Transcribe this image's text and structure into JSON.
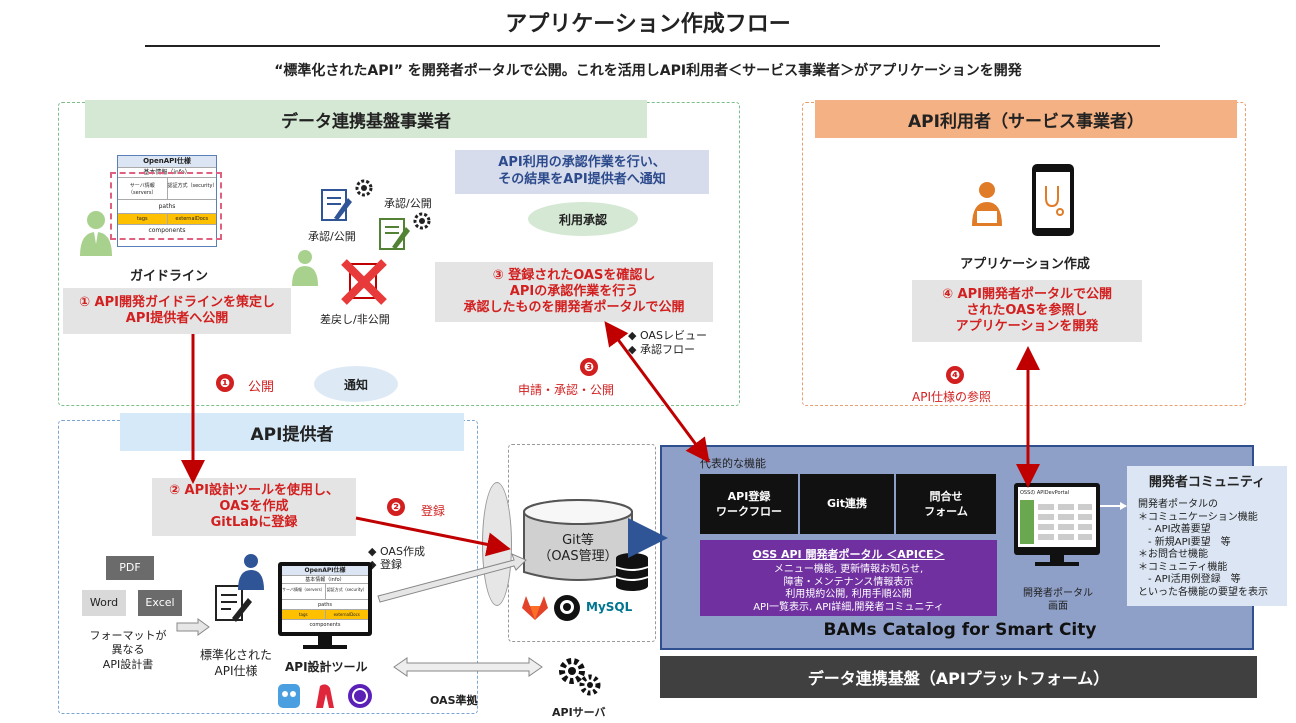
{
  "title": "アプリケーション作成フロー",
  "subtitle": "“標準化されたAPI” を開発者ポータルで公開。これを活用しAPI利用者＜サービス事業者＞がアプリケーションを開発",
  "platform_operator": {
    "label": "データ連携基盤事業者",
    "guideline_label": "ガイドライン",
    "doc": {
      "header": "OpenAPI仕様",
      "row1": "基本情報（info）",
      "row2a": "サーバ情報（servers）",
      "row2b": "認証方式（security）",
      "row3": "paths",
      "row4a": "tags",
      "row4b": "externalDocs",
      "row5": "components"
    },
    "step1": "① API開発ガイドラインを策定し\nAPI提供者へ公開",
    "approve_label_1": "承認/公開",
    "approve_label_2": "承認/公開",
    "reject_label": "差戻し/非公開",
    "approval_note": "API利用の承認作業を行い、\nその結果をAPI提供者へ通知",
    "approval_badge": "利用承認",
    "step3": "③ 登録されたOASを確認し\nAPIの承認作業を行う\n承認したものを開発者ポータルで公開",
    "bullet1": "OASレビュー",
    "bullet2": "承認フロー"
  },
  "flow_labels": {
    "publish_num": "❶",
    "publish": "公開",
    "notify": "通知",
    "step3_num": "❸",
    "step3": "申請・承認・公開",
    "step2_num": "❷",
    "register": "登録",
    "step4_num": "❹",
    "step4": "API仕様の参照"
  },
  "api_user": {
    "label": "API利用者（サービス事業者）",
    "app_label": "アプリケーション作成",
    "step4": "④ API開発者ポータルで公開\nされたOASを参照し\nアプリケーションを開発"
  },
  "api_provider": {
    "label": "API提供者",
    "step2": "② API設計ツールを使用し、\nOASを作成\nGitLabに登録",
    "bullet1": "OAS作成",
    "bullet2": "登録",
    "pdf": "PDF",
    "word": "Word",
    "excel": "Excel",
    "format_label": "フォーマットが\n異なる\nAPI設計書",
    "standard_label": "標準化された\nAPI仕様",
    "tool_label": "API設計ツール",
    "oas_compliance": "OAS準拠"
  },
  "git": {
    "label": "Git等\n（OAS管理）",
    "mysql": "MySQL"
  },
  "api_server": "APIサーバ",
  "catalog": {
    "features_label": "代表的な機能",
    "feature1": "API登録\nワークフロー",
    "feature2": "Git連携",
    "feature3": "問合せ\nフォーム",
    "apice_title": "OSS API 開発者ポータル ＜APICE＞",
    "apice_lines": [
      "メニュー機能, 更新情報お知らせ,",
      "障害・メンテナンス情報表示",
      "利用規約公開, 利用手順公開",
      "API一覧表示, API詳細,開発者コミュニティ"
    ],
    "name": "BAMs Catalog for Smart City",
    "portal_label": "開発者ポータル\n画面",
    "screen_title": "OSSの APIDevPortal"
  },
  "platform": "データ連携基盤（APIプラットフォーム）",
  "community": {
    "title": "開発者コミュニティ",
    "lines": [
      "開発者ポータルの",
      "＊コミュニケーション機能",
      "　- API改善要望",
      "　- 新規API要望　等",
      "＊お問合せ機能",
      "＊コミュニティ機能",
      "　- API活用例登録　等",
      "といった各機能の要望を表示"
    ]
  },
  "colors": {
    "green_band": "#d5e8d4",
    "orange_band": "#f4b183",
    "blue_band": "#d6e9f8",
    "catalog_bg": "#8fa0c8",
    "apice": "#7030a0",
    "red": "#d21f1f",
    "platform": "#404040"
  }
}
